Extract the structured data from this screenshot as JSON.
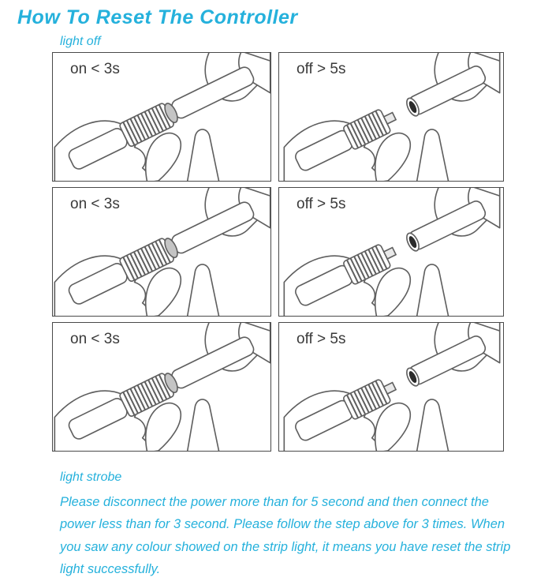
{
  "accent": "#25b1dc",
  "title": "How To Reset The Controller",
  "top_label": "light off",
  "bottom_label": "light strobe",
  "panels": [
    {
      "label": "on < 3s",
      "state": "on"
    },
    {
      "label": "off > 5s",
      "state": "off"
    },
    {
      "label": "on < 3s",
      "state": "on"
    },
    {
      "label": "off > 5s",
      "state": "off"
    },
    {
      "label": "on < 3s",
      "state": "on"
    },
    {
      "label": "off > 5s",
      "state": "off"
    }
  ],
  "instructions": "Please disconnect the power more than for 5 second and then connect the power less than for 3 second. Please follow the step above for 3 times. When you saw any colour showed on the strip light, it means you have reset the strip light successfully."
}
